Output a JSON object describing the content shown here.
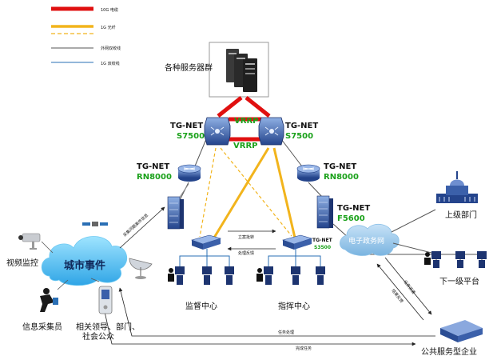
{
  "legend": {
    "items": [
      {
        "label": "10G  电缆",
        "color": "#e01010",
        "style": "solid-thick"
      },
      {
        "label": "1G  光纤",
        "color": "#f2b41c",
        "style": "solid-dashed"
      },
      {
        "label": "外网双绞线",
        "color": "#555555",
        "style": "thin"
      },
      {
        "label": "1G 双绞线",
        "color": "#2a6fb5",
        "style": "thin"
      }
    ]
  },
  "server_group": {
    "label": "各种服务器群",
    "icon": "server-rack-icon"
  },
  "vrrp_top": "VRRP",
  "vrrp_mid": "VRRP",
  "core_left": {
    "brand": "TG-NET",
    "model": "S7500"
  },
  "core_right": {
    "brand": "TG-NET",
    "model": "S7500"
  },
  "router_left": {
    "brand": "TG-NET",
    "model": "RN8000"
  },
  "router_right": {
    "brand": "TG-NET",
    "model": "RN8000"
  },
  "firewall_right": {
    "brand": "TG-NET",
    "model": "F5600"
  },
  "switch_right": {
    "brand": "TG-NET",
    "model": "S3500"
  },
  "monitor_center": {
    "label": "监督中心"
  },
  "command_center": {
    "label": "指挥中心"
  },
  "arrows": {
    "to_command": "立案批转",
    "to_monitor": "处理反馈",
    "cloud_up": "采集问题案件信息",
    "task_handle": "任务处理",
    "task_complete": "完成任务",
    "gov_a": "结果反馈",
    "gov_b": "任务派遣"
  },
  "city_event": "城市事件",
  "gov_net": "电子政务网",
  "video": "视频监控",
  "collector": "信息采集员",
  "public": {
    "line1": "相关领导、部门、",
    "line2": "社会公众"
  },
  "superior": "上级部门",
  "subordinate": "下一级平台",
  "enterprise": "公共服务型企业"
}
